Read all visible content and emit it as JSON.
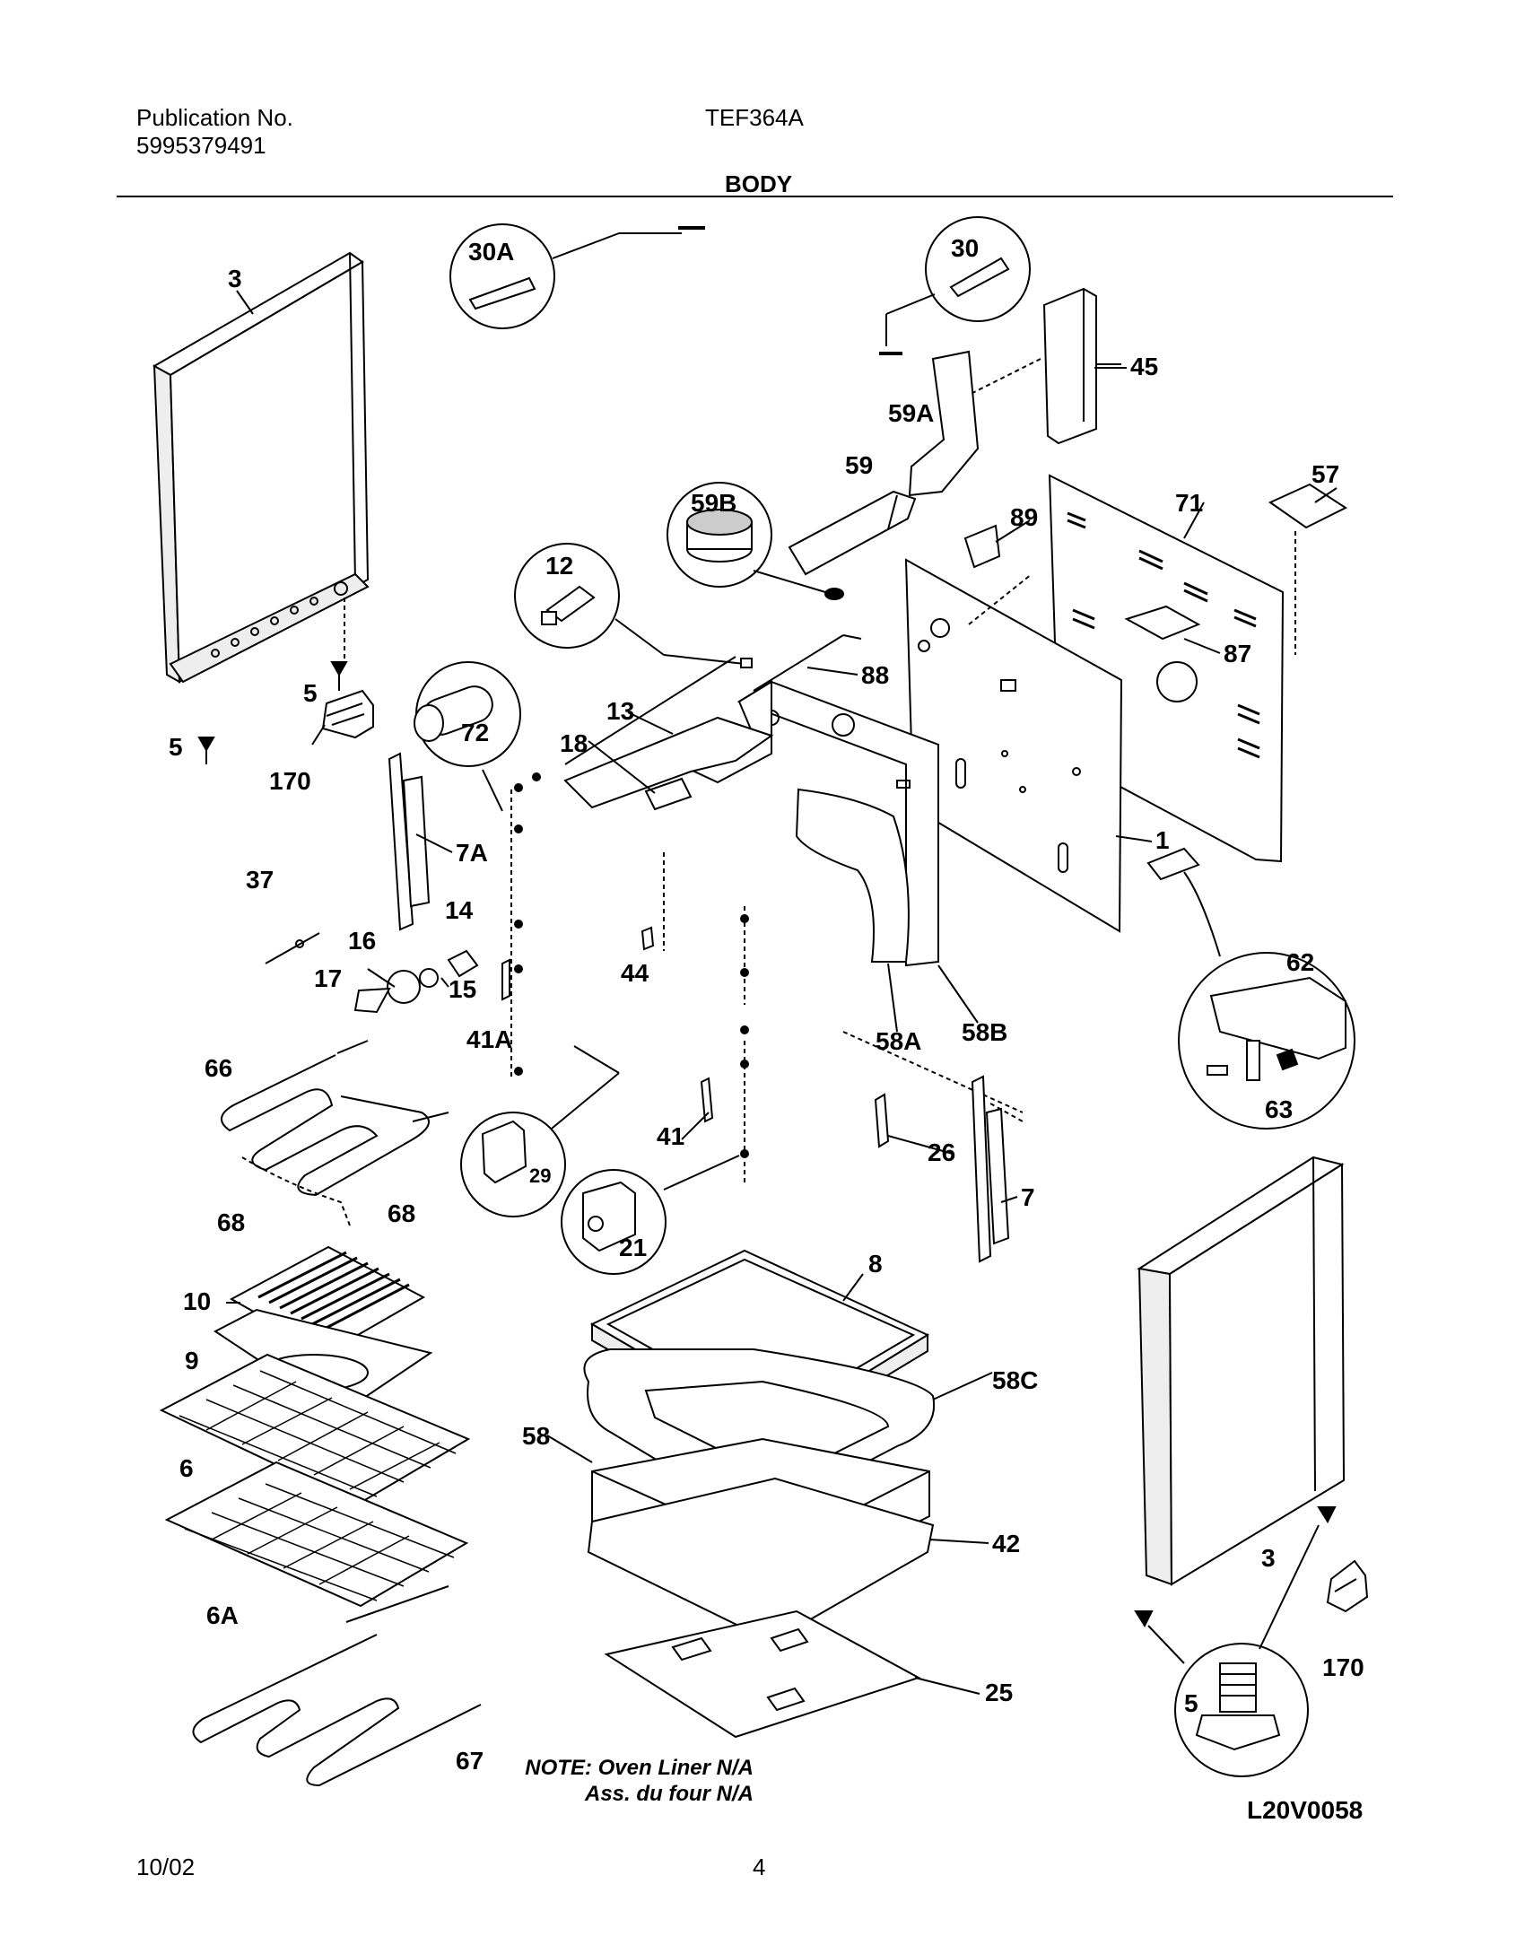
{
  "header": {
    "publication_label": "Publication No.",
    "publication_number": "5995379491",
    "model": "TEF364A",
    "section_title": "BODY"
  },
  "callouts": {
    "c3_left": "3",
    "c5_left_a": "5",
    "c5_left_b": "5",
    "c170_left": "170",
    "c30A": "30A",
    "c30": "30",
    "c45": "45",
    "c59A": "59A",
    "c59": "59",
    "c59B": "59B",
    "c89": "89",
    "c71": "71",
    "c57": "57",
    "c87": "87",
    "c12": "12",
    "c88": "88",
    "c72": "72",
    "c13": "13",
    "c18": "18",
    "c7A": "7A",
    "c1": "1",
    "c37": "37",
    "c14": "14",
    "c16": "16",
    "c17": "17",
    "c15": "15",
    "c44": "44",
    "c41A": "41A",
    "c58A": "58A",
    "c58B": "58B",
    "c62": "62",
    "c63": "63",
    "c66": "66",
    "c41": "41",
    "c26": "26",
    "c7": "7",
    "c29": "29",
    "c21": "21",
    "c68_a": "68",
    "c68_b": "68",
    "c10": "10",
    "c9": "9",
    "c8": "8",
    "c58C": "58C",
    "c58": "58",
    "c6": "6",
    "c42": "42",
    "c3_right": "3",
    "c6A": "6A",
    "c25": "25",
    "c170_right": "170",
    "c5_right": "5",
    "c67": "67"
  },
  "note": {
    "line1": "NOTE: Oven Liner N/A",
    "line2": "Ass. du four N/A"
  },
  "diagram_code": "L20V0058",
  "footer": {
    "date": "10/02",
    "page": "4"
  }
}
